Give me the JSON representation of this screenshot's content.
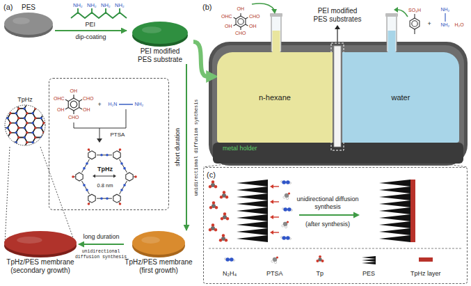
{
  "diagram": {
    "nodes": [
      {
        "text": [
          "PES"
        ]
      },
      {
        "text": [
          "PEI modified PES substrate"
        ]
      },
      {
        "text": [
          "PTSA",
          "TpHz",
          "0.8 nm"
        ]
      },
      {
        "text": [
          "TpHz"
        ]
      },
      {
        "text": [
          "TpHz/PES membrane (secondary growth)"
        ]
      },
      {
        "text": [
          "TpHz/PES membrane (first growth)"
        ]
      },
      {
        "text": [
          "n-hexane"
        ]
      },
      {
        "text": [
          "water"
        ]
      },
      {
        "text": [
          "unidirectional diffusion synthesis",
          "(after synthesis)"
        ]
      }
    ],
    "edges": [
      {
        "from": 0,
        "to": 1,
        "arrow": "to",
        "label": "dip-coating"
      },
      {
        "from": 1,
        "to": 5,
        "arrow": "to",
        "label": "short duration"
      },
      {
        "from": 5,
        "to": 4,
        "arrow": "to",
        "label": "long duration"
      },
      {
        "from": 3,
        "to": 4,
        "arrow": "none"
      },
      {
        "from": 1,
        "to": 6,
        "arrow": "to"
      }
    ],
    "labels": [
      "(a)",
      "(b)",
      "(c)",
      "PEI",
      "NH₂",
      "NH₂",
      "NH₂",
      "NH₂",
      "OH",
      "CHO",
      "OH",
      "CHO",
      "OH",
      "OHC",
      "+",
      "H₂N",
      "NH₂",
      "unidirectional diffusion synthesis",
      "unidirectional diffusion synthesis",
      "OH",
      "CHO",
      "OH",
      "CHO",
      "OH",
      "OHC",
      "SO₃H",
      "+",
      "NH₂",
      "NH₂",
      "H₂O",
      "PEI modified PES substrates",
      "metal holder"
    ],
    "legend": [
      {
        "text": "N₂H₄"
      },
      {
        "text": "PTSA"
      },
      {
        "text": "Tp"
      },
      {
        "text": "PES"
      },
      {
        "text": "TpHz layer",
        "color": "#b8322a"
      }
    ]
  }
}
